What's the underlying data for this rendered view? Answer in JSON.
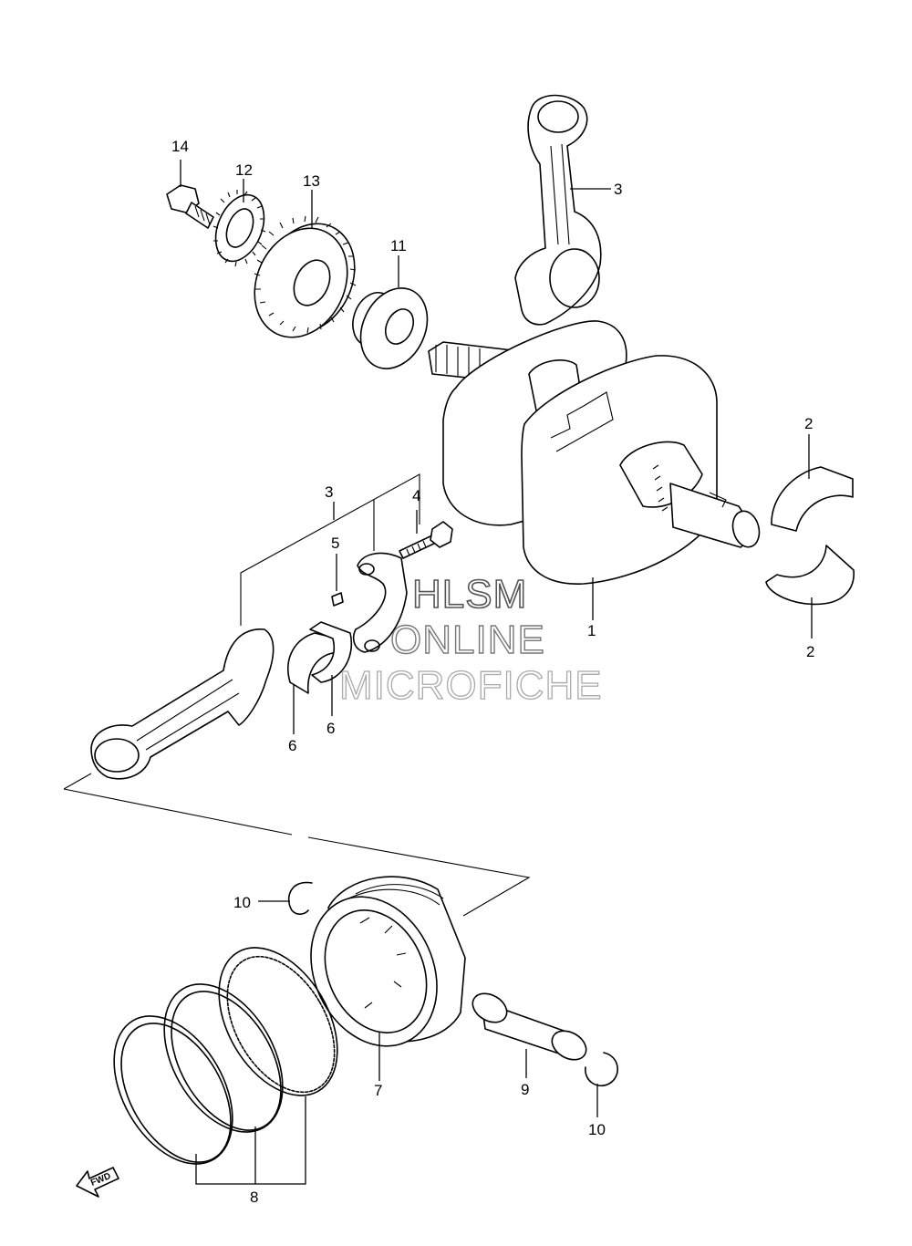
{
  "callouts": {
    "c1": "1",
    "c2a": "2",
    "c2b": "2",
    "c3a": "3",
    "c3b": "3",
    "c4": "4",
    "c5": "5",
    "c6a": "6",
    "c6b": "6",
    "c7": "7",
    "c8": "8",
    "c9": "9",
    "c10a": "10",
    "c10b": "10",
    "c11": "11",
    "c12": "12",
    "c13": "13",
    "c14": "14"
  },
  "watermark": {
    "line1": "HLSM",
    "line2": "ONLINE",
    "line3": "MICROFICHE"
  },
  "direction_marker": "FWD"
}
